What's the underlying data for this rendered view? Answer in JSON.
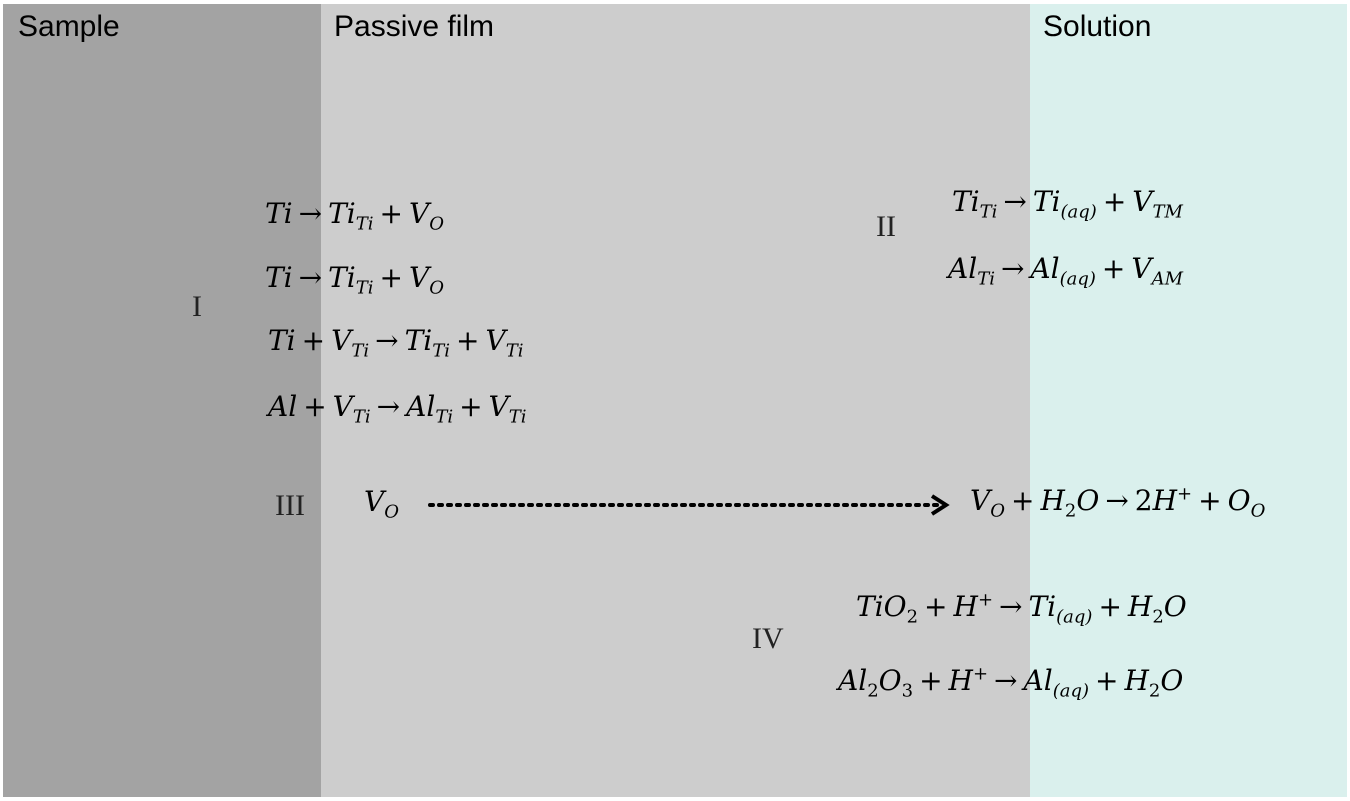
{
  "regions": {
    "sample": "Sample",
    "passive_film": "Passive film",
    "solution": "Solution"
  },
  "roman": {
    "r1": "I",
    "r2": "II",
    "r3": "III",
    "r4": "IV"
  },
  "colors": {
    "sample": "#a3a3a3",
    "passive_film": "#cdcdcd",
    "solution": "#daf0ed"
  },
  "equations": {
    "group_I": [
      "Ti → Ti_Ti + V_O",
      "Ti → Ti_Ti + V_O",
      "Ti + V_Ti → Ti_Ti + V_Ti",
      "Al + V_Ti → Al_Ti + V_Ti"
    ],
    "group_II": [
      "Ti_Ti → Ti_(aq) + V_TM",
      "Al_Ti → Al_(aq) + V_AM"
    ],
    "group_III": {
      "species": "V_O",
      "reaction": "V_O + H_2O → 2H^+ + O_O"
    },
    "group_IV": [
      "TiO_2 + H^+ → Ti_(aq) + H_2O",
      "Al_2O_3 + H^+ → Al_(aq) + H_2O"
    ]
  }
}
